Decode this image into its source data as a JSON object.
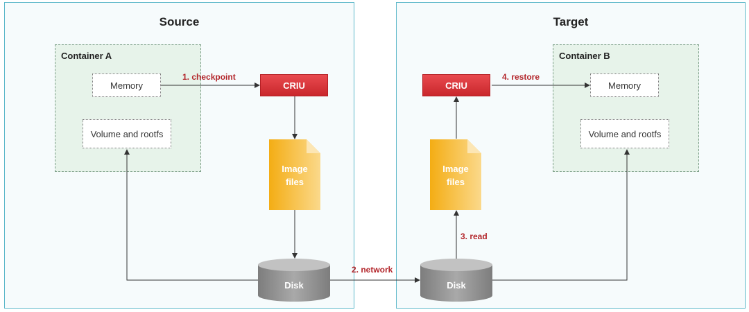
{
  "source": {
    "title": "Source",
    "container_label": "Container A",
    "memory": "Memory",
    "volume": "Volume and rootfs",
    "criu": "CRIU",
    "image_line1": "Image",
    "image_line2": "files",
    "disk": "Disk"
  },
  "target": {
    "title": "Target",
    "container_label": "Container B",
    "memory": "Memory",
    "volume": "Volume and rootfs",
    "criu": "CRIU",
    "image_line1": "Image",
    "image_line2": "files",
    "disk": "Disk"
  },
  "steps": {
    "checkpoint": "1. checkpoint",
    "network": "2. network",
    "read": "3. read",
    "restore": "4. restore"
  },
  "colors": {
    "panel_border": "#5bb7c9",
    "container_fill": "#e7f3ea",
    "criu_red": "#d8353a",
    "image_orange": "#f4b11e",
    "disk_gray": "#8c8c8c",
    "step_text": "#b3262b"
  }
}
